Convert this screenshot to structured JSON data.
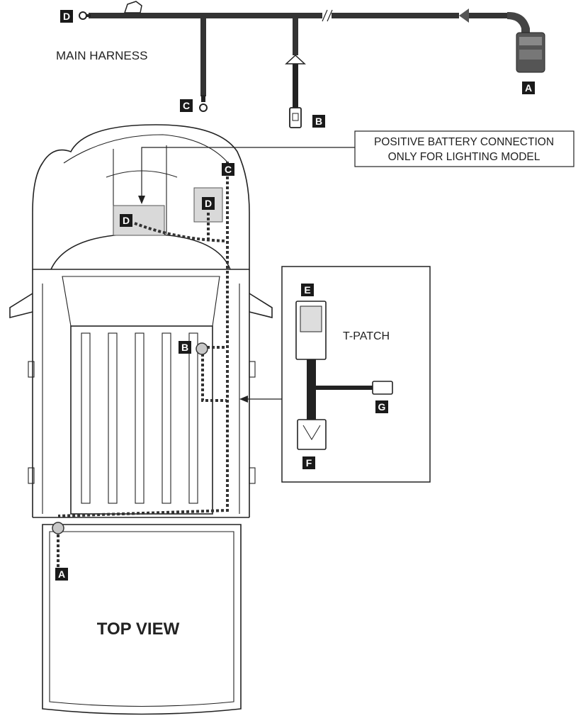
{
  "labels": {
    "main_harness": "MAIN HARNESS",
    "callout_line1": "POSITIVE BATTERY CONNECTION",
    "callout_line2": "ONLY FOR LIGHTING MODEL",
    "t_patch": "T-PATCH",
    "top_view": "TOP VIEW"
  },
  "tags": {
    "A": "A",
    "B": "B",
    "C": "C",
    "D": "D",
    "E": "E",
    "F": "F",
    "G": "G"
  },
  "colors": {
    "ink": "#222222",
    "tag_fill": "#1a1a1a",
    "tag_text": "#ffffff",
    "battery_box": "#d9d9d9",
    "point_fill": "#c8c8c8"
  }
}
